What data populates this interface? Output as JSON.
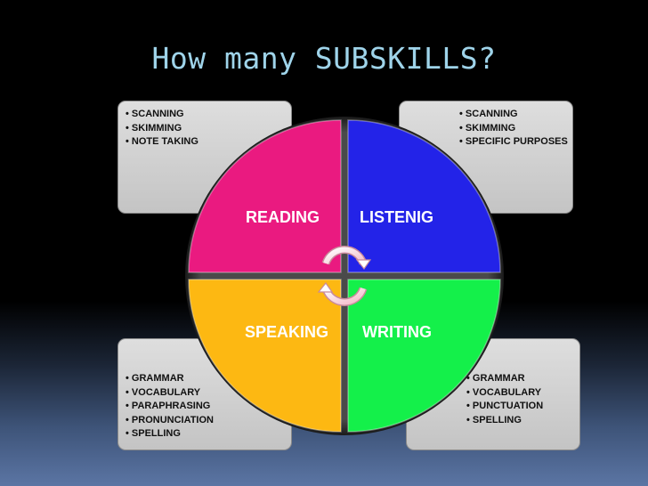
{
  "title": "How many SUBSKILLS?",
  "quadrants": {
    "reading": {
      "label": "READING",
      "color": "#ea1a80",
      "items": [
        "SCANNING",
        "SKIMMING",
        "NOTE TAKING"
      ]
    },
    "listening": {
      "label": "LISTENIG",
      "color": "#2323e8",
      "items": [
        "SCANNING",
        "SKIMMING",
        "SPECIFIC PURPOSES"
      ]
    },
    "speaking": {
      "label": "SPEAKING",
      "color": "#fdb812",
      "items": [
        "GRAMMAR",
        "VOCABULARY",
        "PARAPHRASING",
        "PRONUNCIATION",
        "SPELLING"
      ]
    },
    "writing": {
      "label": "WRITING",
      "color": "#14f04a",
      "items": [
        "GRAMMAR",
        "VOCABULARY",
        "PUNCTUATION",
        "SPELLING"
      ]
    }
  },
  "icons": {
    "cycle": "circular-arrows-icon"
  }
}
